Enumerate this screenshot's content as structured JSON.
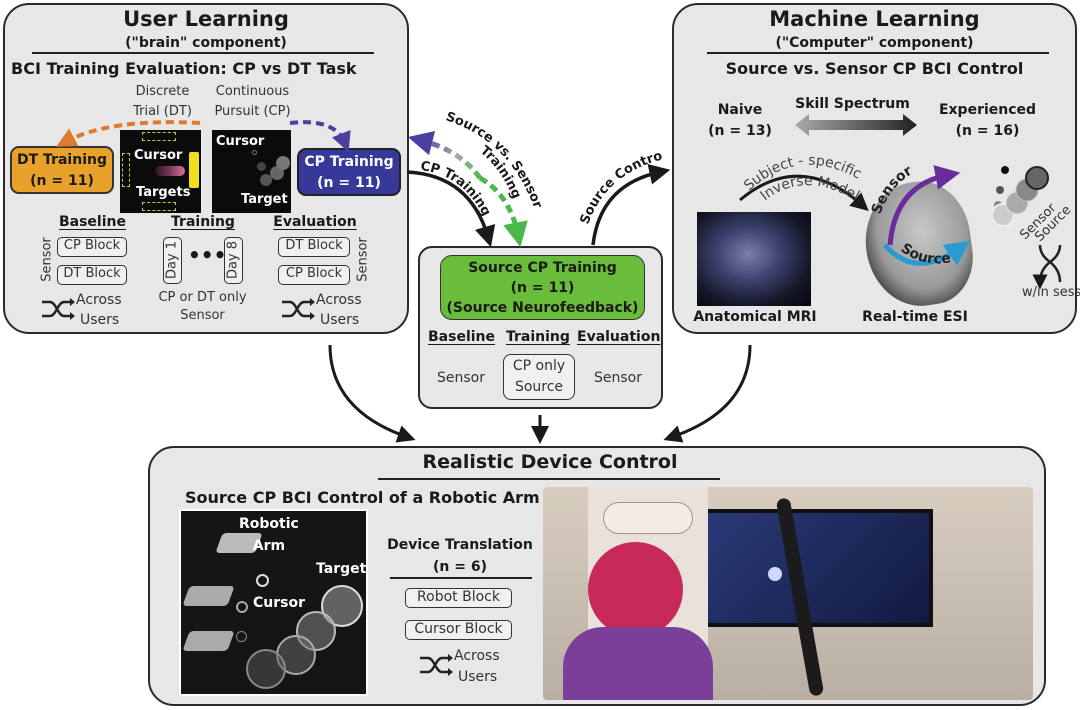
{
  "user_learning": {
    "title": "User Learning",
    "subtitle": "(\"brain\" component)",
    "heading": "BCI Training Evaluation: CP vs DT Task",
    "dt_label": [
      "Discrete",
      "Trial (DT)"
    ],
    "cp_label": [
      "Continuous",
      "Pursuit (CP)"
    ],
    "dt_training": {
      "label": "DT Training",
      "n": "(n = 11)",
      "color": "#e8a12a"
    },
    "cp_training": {
      "label": "CP Training",
      "n": "(n = 11)",
      "color": "#37399a"
    },
    "dt_image": {
      "cursor": "Cursor",
      "targets": "Targets"
    },
    "cp_image": {
      "cursor": "Cursor",
      "target": "Target"
    },
    "baseline": {
      "title": "Baseline",
      "blocks": [
        "CP Block",
        "DT Block"
      ],
      "side": "Sensor",
      "shuffle": [
        "Across",
        "Users"
      ]
    },
    "training": {
      "title": "Training",
      "days": [
        "Day 1",
        "Day 8"
      ],
      "note": [
        "CP or DT only",
        "Sensor"
      ]
    },
    "evaluation": {
      "title": "Evaluation",
      "blocks": [
        "DT Block",
        "CP Block"
      ],
      "side": "Sensor",
      "shuffle": [
        "Across",
        "Users"
      ]
    }
  },
  "machine_learning": {
    "title": "Machine Learning",
    "subtitle": "(\"Computer\" component)",
    "heading": "Source vs. Sensor CP BCI Control",
    "naive": {
      "label": "Naive",
      "n": "(n = 13)"
    },
    "skill_spectrum": "Skill Spectrum",
    "experienced": {
      "label": "Experienced",
      "n": "(n = 16)"
    },
    "inverse_model": [
      "Subject - specific",
      "Inverse Model"
    ],
    "mri_label": "Anatomical MRI",
    "esi_label": "Real-time ESI",
    "sensor": "Sensor",
    "source": "Source",
    "cross": [
      "Sensor",
      "Source"
    ],
    "session": "w/in session",
    "sensor_color": "#6a2c9a",
    "source_color": "#2a9bd0"
  },
  "arrows": {
    "cp_training": "CP Training",
    "source_vs_sensor": [
      "Source vs. Sensor",
      "Training"
    ],
    "source_control": "Source Control"
  },
  "source_cp": {
    "title": "Source CP Training",
    "n": "(n = 11)",
    "sub": "(Source Neurofeedback)",
    "color": "#69bd3a",
    "baseline": "Baseline",
    "training": "Training",
    "evaluation": "Evaluation",
    "baseline_value": "Sensor",
    "training_value": [
      "CP only",
      "Source"
    ],
    "evaluation_value": "Sensor"
  },
  "device_control": {
    "title": "Realistic Device Control",
    "heading": "Source CP BCI Control of a Robotic Arm",
    "image": {
      "arm": [
        "Robotic",
        "Arm"
      ],
      "target": "Target",
      "cursor": "Cursor"
    },
    "translation": "Device Translation",
    "n": "(n = 6)",
    "blocks": [
      "Robot Block",
      "Cursor Block"
    ],
    "shuffle": [
      "Across",
      "Users"
    ]
  }
}
